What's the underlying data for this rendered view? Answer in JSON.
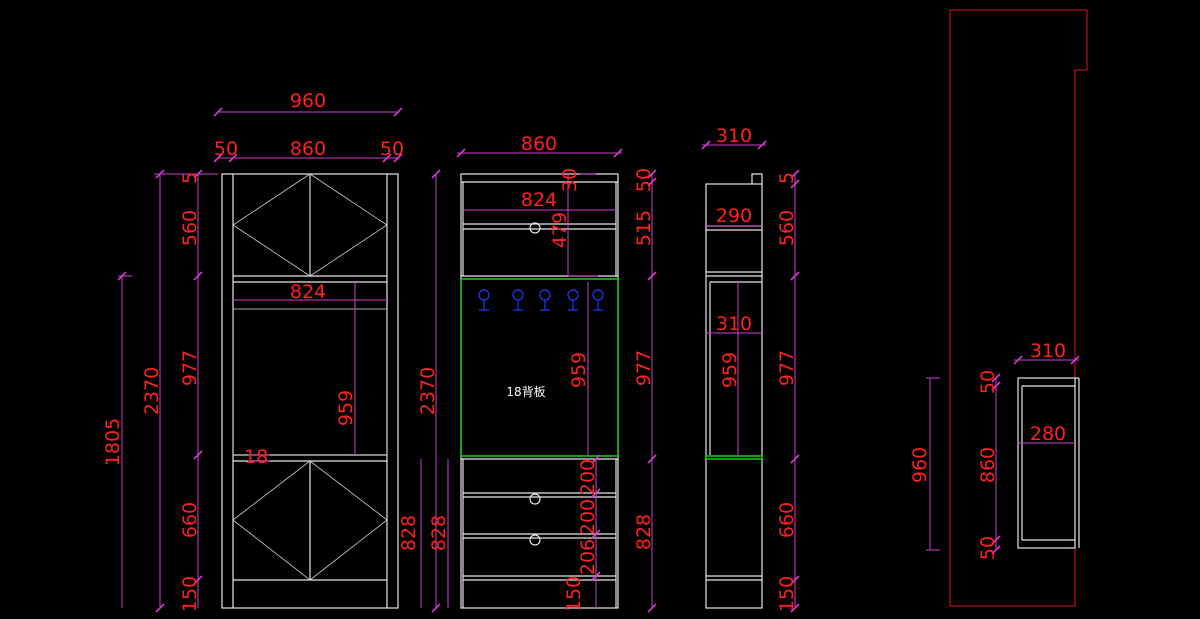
{
  "colors": {
    "background": "#000000",
    "dimension_line": "#d13cd1",
    "dimension_text": "#ff2020",
    "outline": "#e6e6e6",
    "back_panel": "#19c219",
    "hooks": "#1c3cff",
    "wall": "#e01818"
  },
  "front_view": {
    "overall_width": "960",
    "side_left": "50",
    "inner_width": "860",
    "side_right": "50",
    "opening_width": "824",
    "opening_height": "959",
    "shelf_gap": "18",
    "heights": {
      "top": "5",
      "upper": "560",
      "middle": "977",
      "lower": "660",
      "base": "150"
    },
    "total_height": "2370",
    "floor_to_counter": "1805"
  },
  "inner_view": {
    "overall_width": "860",
    "inner_width": "824",
    "top_gap": "30",
    "upper_shelf": "479",
    "opening_height": "959",
    "back_panel_label": "18背板",
    "drawer_heights": [
      "200",
      "200",
      "206"
    ],
    "base": "150",
    "heights": {
      "top": "50",
      "upper": "515",
      "middle": "977",
      "lower": "828"
    },
    "total_height": "2370",
    "lower_outer": "828",
    "lower_outer_2": "828"
  },
  "side_view": {
    "depth": "310",
    "shelf_depth": "290",
    "middle_depth": "310",
    "opening_height": "959",
    "heights": {
      "top": "5",
      "upper": "560",
      "middle": "977",
      "lower": "660",
      "base": "150"
    }
  },
  "wall_view": {
    "depth": "310",
    "inner_depth": "280",
    "height": "960",
    "top": "50",
    "middle": "860",
    "bottom": "50"
  }
}
